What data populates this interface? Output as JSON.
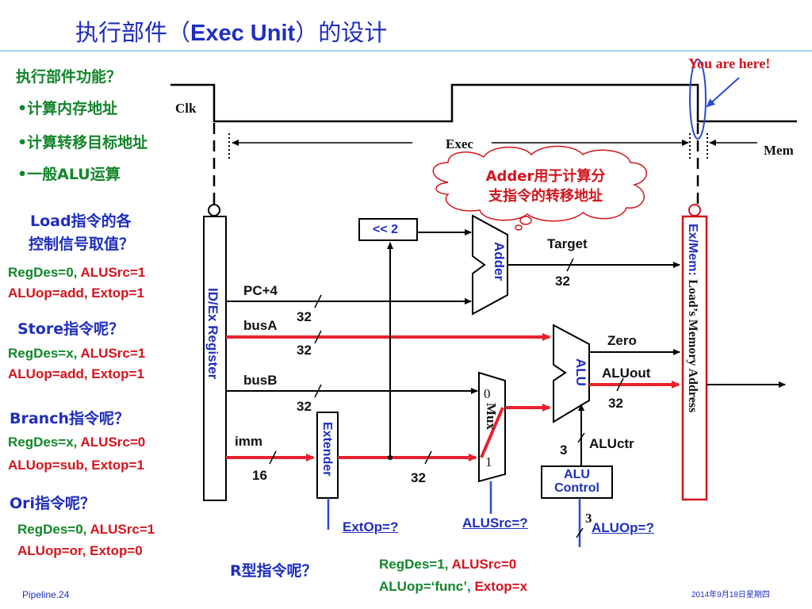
{
  "slide": {
    "title_pre": "执行部件（",
    "title_en": "Exec Unit",
    "title_post": "）的设计",
    "footer_left": "Pipeline.24",
    "footer_right": "2014年9月18日星期四"
  },
  "left_panel": {
    "func_heading": "执行部件功能？",
    "func_items": [
      "•计算内存地址",
      "•计算转移目标地址",
      "•一般ALU运算"
    ],
    "load_q_line1": "Load指令的各",
    "load_q_line2": "控制信号取值？",
    "load_a1_g": "RegDes=0,",
    "load_a1_r": "ALUSrc=1",
    "load_a2": "ALUop=add,  Extop=1",
    "store_q": "Store指令呢？",
    "store_a1_g": "RegDes=x,",
    "store_a1_r": "ALUSrc=1",
    "store_a2": "ALUop=add,  Extop=1",
    "branch_q": "Branch指令呢？",
    "branch_a1_g": "RegDes=x,",
    "branch_a1_r": "ALUSrc=0",
    "branch_a2": "ALUop=sub,  Extop=1",
    "ori_q": "Ori指令呢？",
    "ori_a1_g": "RegDes=0,",
    "ori_a1_r": "ALUSrc=1",
    "ori_a2": "ALUop=or,  Extop=0",
    "r_q": "R型指令呢？",
    "r_a1_g": "RegDes=1,",
    "r_a1_r": "ALUSrc=0",
    "r_a2_g": "ALUop=‘func’,",
    "r_a2_r": "Extop=x"
  },
  "timing": {
    "clk": "Clk",
    "exec": "Exec",
    "mem": "Mem",
    "you_are_here": "You are here!"
  },
  "cloud": {
    "line1": "Adder用于计算分",
    "line2": "支指令的转移地址"
  },
  "datapath": {
    "idex_label": "ID/Ex Register",
    "exmem_label_a": "Ex/Mem: ",
    "exmem_label_b": "Load’s Memory Address",
    "shift": "<< 2",
    "adder": "Adder",
    "target": "Target",
    "pc4": "PC+4",
    "busA": "busA",
    "busB": "busB",
    "imm": "imm",
    "extender": "Extender",
    "mux": "Mux",
    "mux_in0": "0",
    "mux_in1": "1",
    "alu": "ALU",
    "zero": "Zero",
    "aluout": "ALUout",
    "aluctr": "ALUctr",
    "alu_control_1": "ALU",
    "alu_control_2": "Control",
    "w32": "32",
    "w16": "16",
    "w3": "3",
    "extop": "ExtOp=?",
    "alusrc": "ALUSrc=?",
    "aluop": "ALUOp=?"
  },
  "colors": {
    "title_blue": "#1f2dbf",
    "question_green": "#11862a",
    "answer_red": "#d4141d",
    "link_blue": "#1f2dbf"
  }
}
